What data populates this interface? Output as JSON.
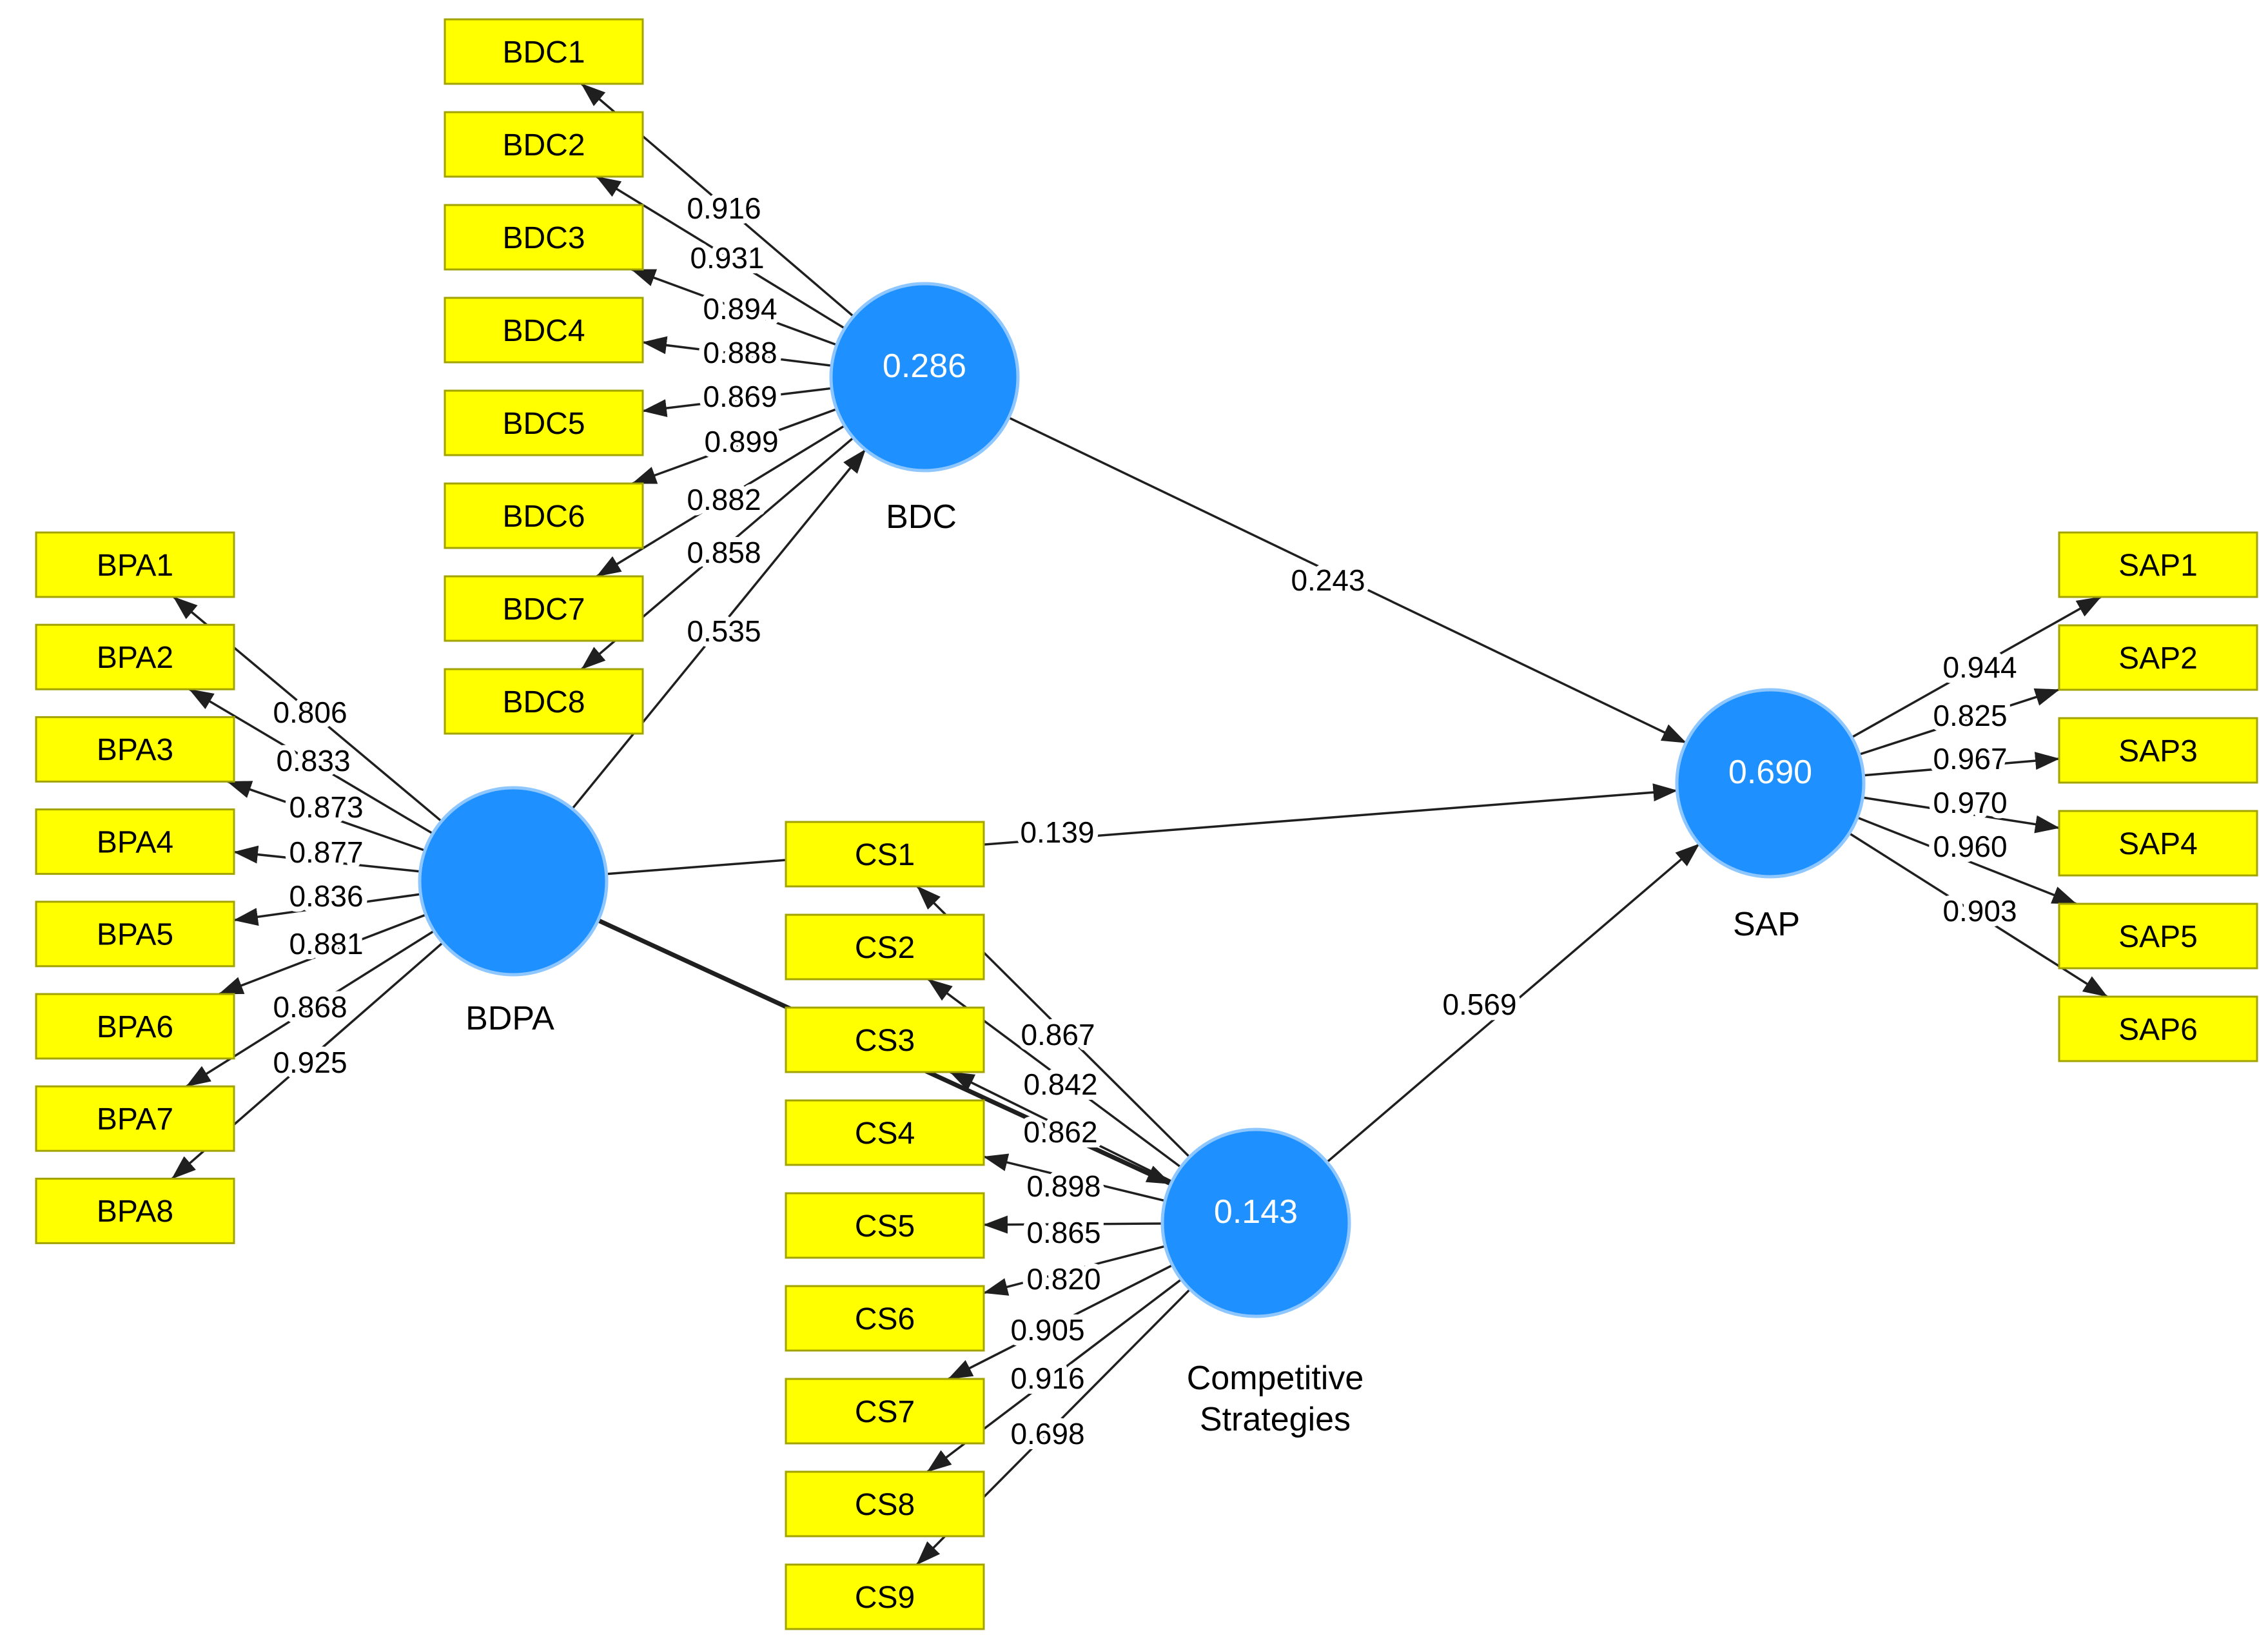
{
  "constructs": [
    {
      "id": "BDC",
      "name_lines": [
        "BDC"
      ],
      "r_squared": "0.286",
      "indicators": [
        {
          "label": "BDC1",
          "loading": "0.916"
        },
        {
          "label": "BDC2",
          "loading": "0.931"
        },
        {
          "label": "BDC3",
          "loading": "0.894"
        },
        {
          "label": "BDC4",
          "loading": "0.888"
        },
        {
          "label": "BDC5",
          "loading": "0.869"
        },
        {
          "label": "BDC6",
          "loading": "0.899"
        },
        {
          "label": "BDC7",
          "loading": "0.882"
        },
        {
          "label": "BDC8",
          "loading": "0.858"
        }
      ]
    },
    {
      "id": "BDPA",
      "name_lines": [
        "BDPA"
      ],
      "r_squared": "",
      "indicators": [
        {
          "label": "BPA1",
          "loading": "0.806"
        },
        {
          "label": "BPA2",
          "loading": "0.833"
        },
        {
          "label": "BPA3",
          "loading": "0.873"
        },
        {
          "label": "BPA4",
          "loading": "0.877"
        },
        {
          "label": "BPA5",
          "loading": "0.836"
        },
        {
          "label": "BPA6",
          "loading": "0.881"
        },
        {
          "label": "BPA7",
          "loading": "0.868"
        },
        {
          "label": "BPA8",
          "loading": "0.925"
        }
      ]
    },
    {
      "id": "CS",
      "name_lines": [
        "Competitive",
        "Strategies"
      ],
      "r_squared": "0.143",
      "indicators": [
        {
          "label": "CS1",
          "loading": "0.867"
        },
        {
          "label": "CS2",
          "loading": "0.842"
        },
        {
          "label": "CS3",
          "loading": "0.862"
        },
        {
          "label": "CS4",
          "loading": "0.898"
        },
        {
          "label": "CS5",
          "loading": "0.865"
        },
        {
          "label": "CS6",
          "loading": "0.820"
        },
        {
          "label": "CS7",
          "loading": "0.905"
        },
        {
          "label": "CS8",
          "loading": "0.916"
        },
        {
          "label": "CS9",
          "loading": "0.698"
        }
      ]
    },
    {
      "id": "SAP",
      "name_lines": [
        "SAP"
      ],
      "r_squared": "0.690",
      "indicators": [
        {
          "label": "SAP1",
          "loading": "0.944"
        },
        {
          "label": "SAP2",
          "loading": "0.825"
        },
        {
          "label": "SAP3",
          "loading": "0.967"
        },
        {
          "label": "SAP4",
          "loading": "0.970"
        },
        {
          "label": "SAP5",
          "loading": "0.960"
        },
        {
          "label": "SAP6",
          "loading": "0.903"
        }
      ]
    }
  ],
  "paths": [
    {
      "from": "BDPA",
      "to": "BDC",
      "coefficient": "0.535"
    },
    {
      "from": "BDPA",
      "to": "SAP",
      "coefficient": "0.139"
    },
    {
      "from": "BDPA",
      "to": "CS",
      "coefficient": ""
    },
    {
      "from": "BDC",
      "to": "SAP",
      "coefficient": "0.243"
    },
    {
      "from": "CS",
      "to": "SAP",
      "coefficient": "0.569"
    }
  ],
  "colors": {
    "background": "#ffffff",
    "indicator_fill": "#ffff00",
    "indicator_border": "#a3a300",
    "construct_fill": "#1e90ff",
    "construct_halo": "#8ec7ff",
    "arrow": "#1f1f1f",
    "r_squared_text": "#ffffff",
    "label_text": "#000000"
  }
}
